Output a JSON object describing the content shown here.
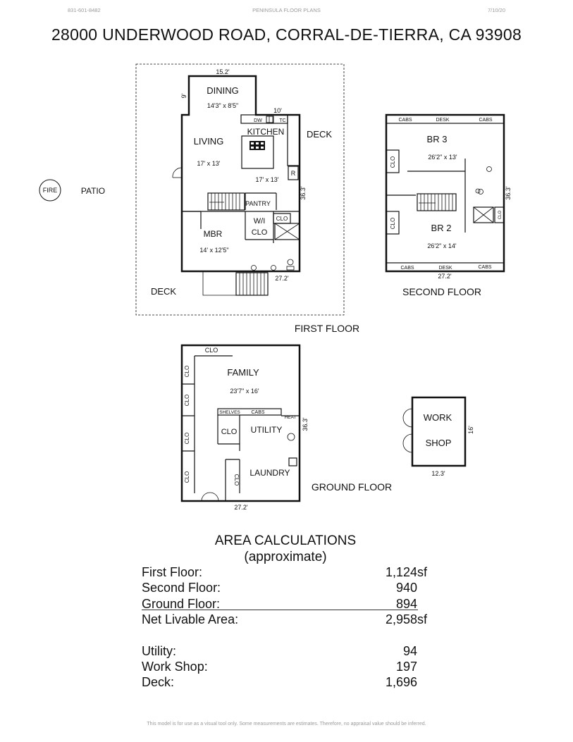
{
  "header": {
    "phone": "831-601-8482",
    "company": "PENINSULA FLOOR PLANS",
    "date": "7/10/20"
  },
  "title": "28000 UNDERWOOD ROAD, CORRAL-DE-TIERRA, CA  93908",
  "first_floor": {
    "label": "FIRST FLOOR",
    "dining": "DINING",
    "dining_dim": "14'3\" x 8'5\"",
    "living": "LIVING",
    "living_dim": "17' x 13'",
    "kitchen": "KITCHEN",
    "kitchen_dim": "17' x 13'",
    "pantry": "PANTRY",
    "wi": "W/I",
    "clo": "CLO",
    "clo2": "CLO",
    "mbr": "MBR",
    "mbr_dim": "14' x 12'5\"",
    "dw": "DW",
    "tc": "TC",
    "r": "R",
    "deck_right": "DECK",
    "deck_bottom": "DECK",
    "patio": "PATIO",
    "fire": "FIRE",
    "dim_top": "15.2'",
    "dim_9": "9'",
    "dim_10": "10'",
    "dim_side": "36.3'",
    "dim_bottom": "27.2'"
  },
  "second_floor": {
    "label": "SECOND FLOOR",
    "cabs_tl": "CABS",
    "desk_t": "DESK",
    "cabs_tr": "CABS",
    "br3": "BR 3",
    "br3_dim": "26'2\" x 13'",
    "br2": "BR 2",
    "br2_dim": "26'2\" x 14'",
    "clo_a": "CLO",
    "clo_b": "CLO",
    "clo_c": "CLO",
    "cabs_bl": "CABS",
    "desk_b": "DESK",
    "cabs_br": "CABS",
    "dim_side": "36.3'",
    "dim_bottom": "27.2'"
  },
  "ground_floor": {
    "label": "GROUND FLOOR",
    "clo_top": "CLO",
    "family": "FAMILY",
    "family_dim": "23'7\" x 16'",
    "clo_l1": "CLO",
    "clo_l2": "CLO",
    "clo_l3": "CLO",
    "clo_l4": "CLO",
    "shelves": "SHELVES",
    "cabs": "CABS",
    "heat": "HEAT",
    "clo_u": "CLO",
    "utility": "UTILITY",
    "laundry": "LAUNDRY",
    "clo_ld": "CLO",
    "dim_side": "36.3'",
    "dim_bottom": "27.2'"
  },
  "workshop": {
    "work": "WORK",
    "shop": "SHOP",
    "dim_side": "16'",
    "dim_bottom": "12.3'"
  },
  "area": {
    "title": "AREA CALCULATIONS",
    "subtitle": "(approximate)",
    "rows": [
      {
        "label": "First  Floor:",
        "value": "1,124sf"
      },
      {
        "label": "Second Floor:",
        "value": "940"
      },
      {
        "label": "Ground Floor:",
        "value": "894"
      },
      {
        "label": "Net Livable Area:",
        "value": "2,958sf"
      },
      {
        "label": "Utility:",
        "value": "94"
      },
      {
        "label": "Work Shop:",
        "value": "197"
      },
      {
        "label": "Deck:",
        "value": "1,696"
      }
    ]
  },
  "footer": "This model is for use as a visual tool only.  Some measurements are estimates.  Therefore, no appraisal value should be inferred."
}
